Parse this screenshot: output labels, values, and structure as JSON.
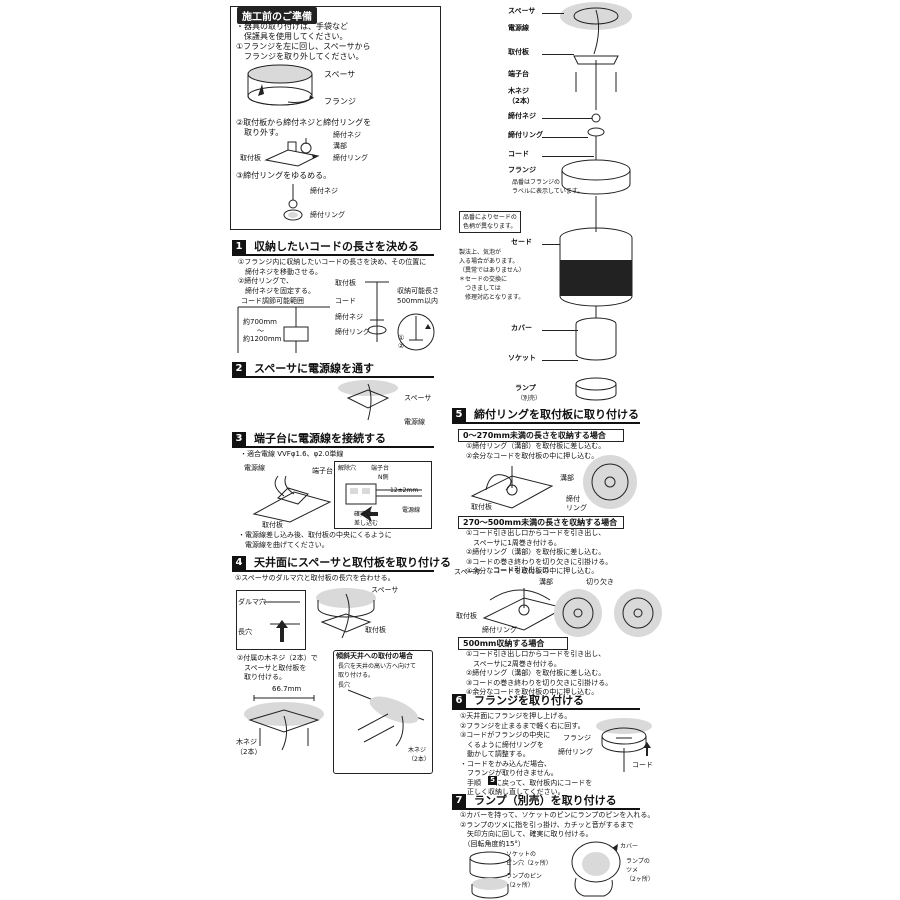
{
  "prep": {
    "title": "施工前のご準備",
    "lines": [
      "・器具の取り付けは、手袋など",
      "　保護具を使用してください。",
      "①フランジを左に回し、スペーサから",
      "　フランジを取り外してください。"
    ],
    "spacer": "スペーサ",
    "flange": "フランジ",
    "step2": [
      "②取付板から締付ネジと締付リングを",
      "　取り外す。"
    ],
    "screw": "締付ネジ",
    "groove": "溝部",
    "plate": "取付板",
    "ring": "締付リング",
    "step3": "③締付リングをゆるめる。",
    "screw2": "締付ネジ",
    "ring2": "締付リング"
  },
  "s1": {
    "num": "1",
    "title": "収納したいコードの長さを決める",
    "lines": [
      "①フランジ内に収納したいコードの長さを決め、その位置に",
      "　締付ネジを移動させる。",
      "②締付リングで、",
      "　締付ネジを固定する。"
    ],
    "range_label": "コード調節可能範囲",
    "about700": "約700mm",
    "tilde": "〜",
    "about1200": "約1200mm",
    "plate": "取付板",
    "cord": "コード",
    "screw": "締付ネジ",
    "ring": "締付リング",
    "storable": [
      "収納可能長さ",
      "500mm以内"
    ],
    "c1": "①",
    "c2": "②"
  },
  "s2": {
    "num": "2",
    "title": "スペーサに電源線を通す",
    "spacer": "スペーサ",
    "wire": "電源線"
  },
  "s3": {
    "num": "3",
    "title": "端子台に電源線を接続する",
    "spec": "・適合電線 VVFφ1.6、φ2.0単線",
    "wire": "電源線",
    "terminal": "端子台",
    "release": "解除穴",
    "terminal2": "端子台",
    "nside": "N側",
    "strip": "12±2mm",
    "secure": [
      "確実に",
      "差し込む"
    ],
    "wire2": "電源線",
    "plate": "取付板",
    "note": [
      "・電源線差し込み後、取付板の中央にくるように",
      "　電源線を曲げてください。"
    ]
  },
  "s4": {
    "num": "4",
    "title": "天井面にスペーサと取付板を取り付ける",
    "line1": "①スペーサのダルマ穴と取付板の長穴を合わせる。",
    "daruma": "ダルマ穴",
    "spacer": "スペーサ",
    "long": "長穴",
    "plate": "取付板",
    "step2": [
      "②付属の木ネジ（2本）で",
      "　スペーサと取付板を",
      "　取り付ける。"
    ],
    "dim": "66.7mm",
    "woodscrew": [
      "木ネジ",
      "（2本）"
    ],
    "slope_title": "傾斜天井への取付の場合",
    "slope": [
      "長穴を天井の高い方へ向けて",
      "取り付ける。"
    ],
    "long2": "長穴",
    "woodscrew2": [
      "木ネジ",
      "（2本）"
    ]
  },
  "exploded": {
    "spacer": "スペーサ",
    "wire": "電源線",
    "plate": "取付板",
    "terminal": "端子台",
    "woodscrew": [
      "木ネジ",
      "（2本）"
    ],
    "screw": "締付ネジ",
    "ring": "締付リング",
    "cord": "コード",
    "flange": "フランジ",
    "flange_note": [
      "品番はフランジの",
      "ラベルに表示しています。"
    ],
    "shade_color": [
      "品番によりセードの",
      "色柄が異なります。"
    ],
    "shade": "セード",
    "shade_note": [
      "製法上、気泡が",
      "入る場合があります。",
      "（異常ではありません）",
      "＊セードの交換に",
      "　つきましては",
      "　修理対応となります。"
    ],
    "cover": "カバー",
    "socket": "ソケット",
    "lamp": "ランプ",
    "lamp_sold": "（別売）"
  },
  "s5": {
    "num": "5",
    "title": "締付リングを取付板に取り付ける",
    "a_head": "0〜270mm未満の長さを収納する場合",
    "a_lines": [
      "①締付リング（溝部）を取付板に差し込む。",
      "②余分なコードを取付板の中に押し込む。"
    ],
    "groove": "溝部",
    "ring": "締付",
    "ring2": "リング",
    "plate": "取付板",
    "b_head": "270〜500mm未満の長さを収納する場合",
    "b_lines": [
      "①コード引き出し口からコードを引き出し、",
      "　スペーサに1周巻き付ける。",
      "②締付リング（溝部）を取付板に差し込む。",
      "③コードの巻き終わりを切り欠きに引掛ける。",
      "④余分なコードを取付板の中に押し込む。"
    ],
    "spacer": "スペーサ",
    "outlet": "コード引き出し口",
    "groove2": "溝部",
    "notch": "切り欠き",
    "plate2": "取付板",
    "ring3": "締付リング",
    "c_head": "500mm収納する場合",
    "c_lines": [
      "①コード引き出し口からコードを引き出し、",
      "　スペーサに2周巻き付ける。",
      "②締付リング（溝部）を取付板に差し込む。",
      "③コードの巻き終わりを切り欠きに引掛ける。",
      "④余分なコードを取付板の中に押し込む。"
    ]
  },
  "s6": {
    "num": "6",
    "title": "フランジを取り付ける",
    "lines": [
      "①天井面にフランジを押し上げる。",
      "②フランジを止まるまで軽く右に回す。",
      "③コードがフランジの中央に",
      "　くるように締付リングを",
      "　動かして調整する。",
      "・コードをかみ込んだ場合、",
      "　フランジが取り付きません。",
      "　手順　　に戻って、取付板内にコードを",
      "　正しく収納し直してください。"
    ],
    "ref": "5",
    "flange": "フランジ",
    "ring": "締付リング",
    "cord": "コード"
  },
  "s7": {
    "num": "7",
    "title": "ランプ（別売）を取り付ける",
    "lines": [
      "①カバーを持って、ソケットのピンにランプのピンを入れる。",
      "②ランプのツメに指を引っ掛け、カチッと音がするまで",
      "　矢印方向に回して、確実に取り付ける。",
      "　（回転角度約15°）"
    ],
    "socket_pin": [
      "ソケットの",
      "ピン穴（2ヶ所）"
    ],
    "lamp_pin": [
      "ランプのピン",
      "（2ヶ所）"
    ],
    "cover": "カバー",
    "claw": [
      "ランプの",
      "ツメ",
      "（2ヶ所）"
    ]
  }
}
